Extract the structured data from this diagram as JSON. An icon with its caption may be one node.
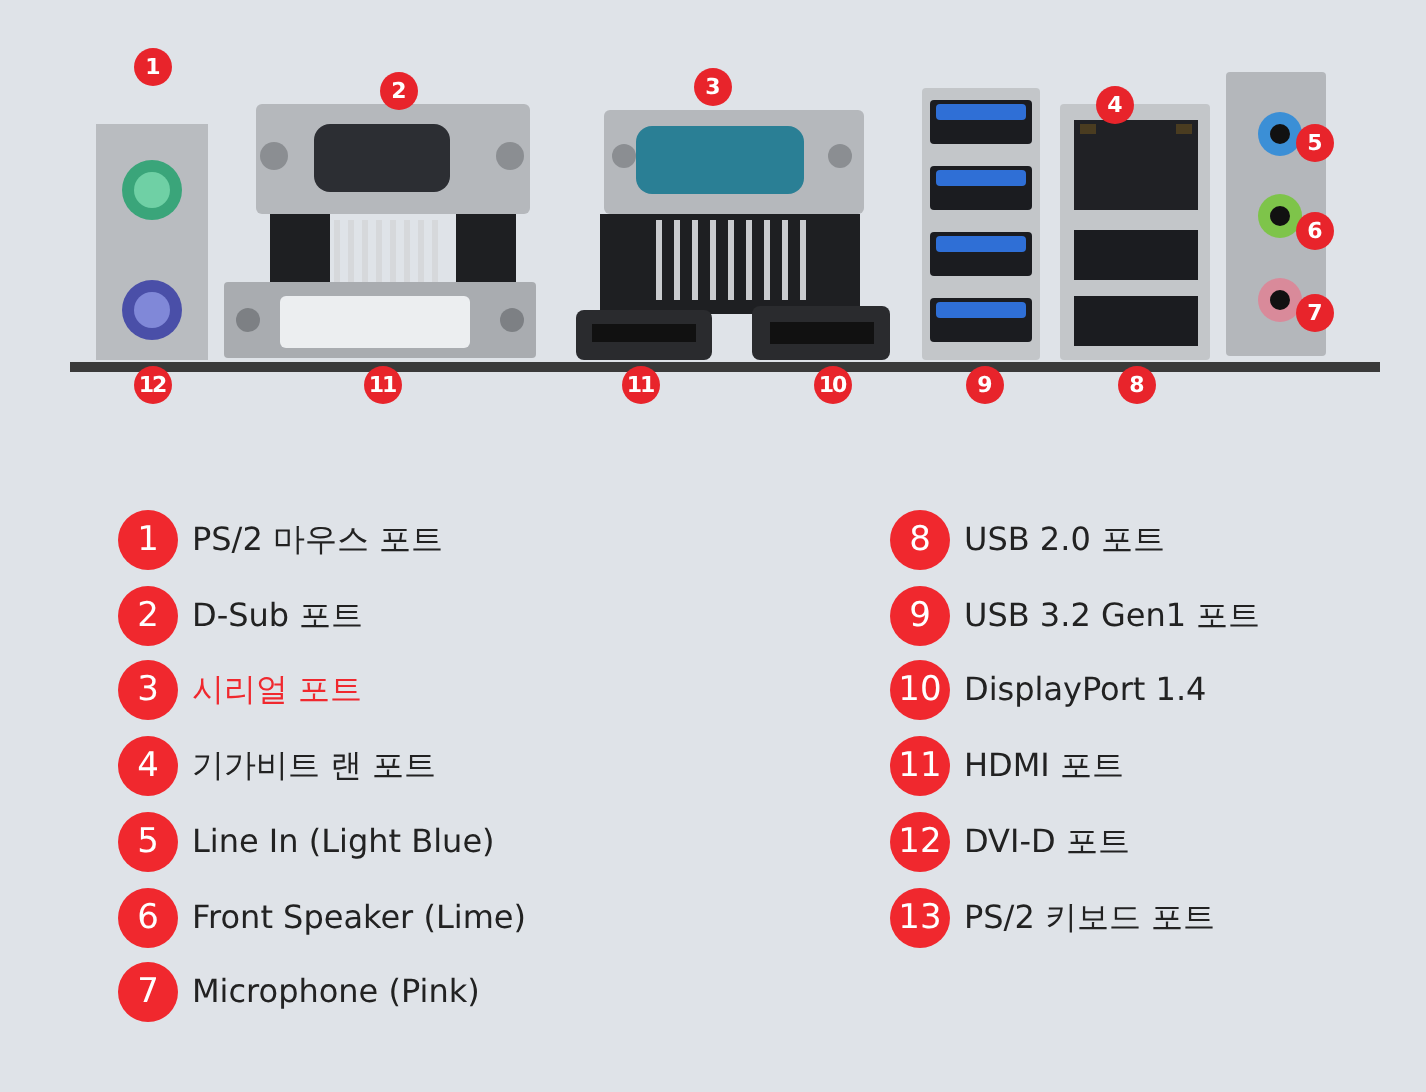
{
  "diagram": {
    "labels": [
      "1",
      "2",
      "3",
      "4",
      "5",
      "6",
      "7",
      "12",
      "11",
      "11",
      "10",
      "9",
      "8",
      "1",
      "PS/2 마우스 포트",
      "2",
      "D-Sub 포트",
      "3",
      "시리얼 포트",
      "4",
      "기가비트 랜 포트",
      "5",
      "Line In (Light Blue)",
      "6",
      "Front Speaker (Lime)",
      "7",
      "Microphone (Pink)",
      "8",
      "USB 2.0 포트",
      "9",
      "USB 3.2 Gen1 포트",
      "10",
      "DisplayPort 1.4",
      "11",
      "HDMI 포트",
      "12",
      "DVI-D 포트",
      "13",
      "PS/2 키보드 포트"
    ]
  }
}
